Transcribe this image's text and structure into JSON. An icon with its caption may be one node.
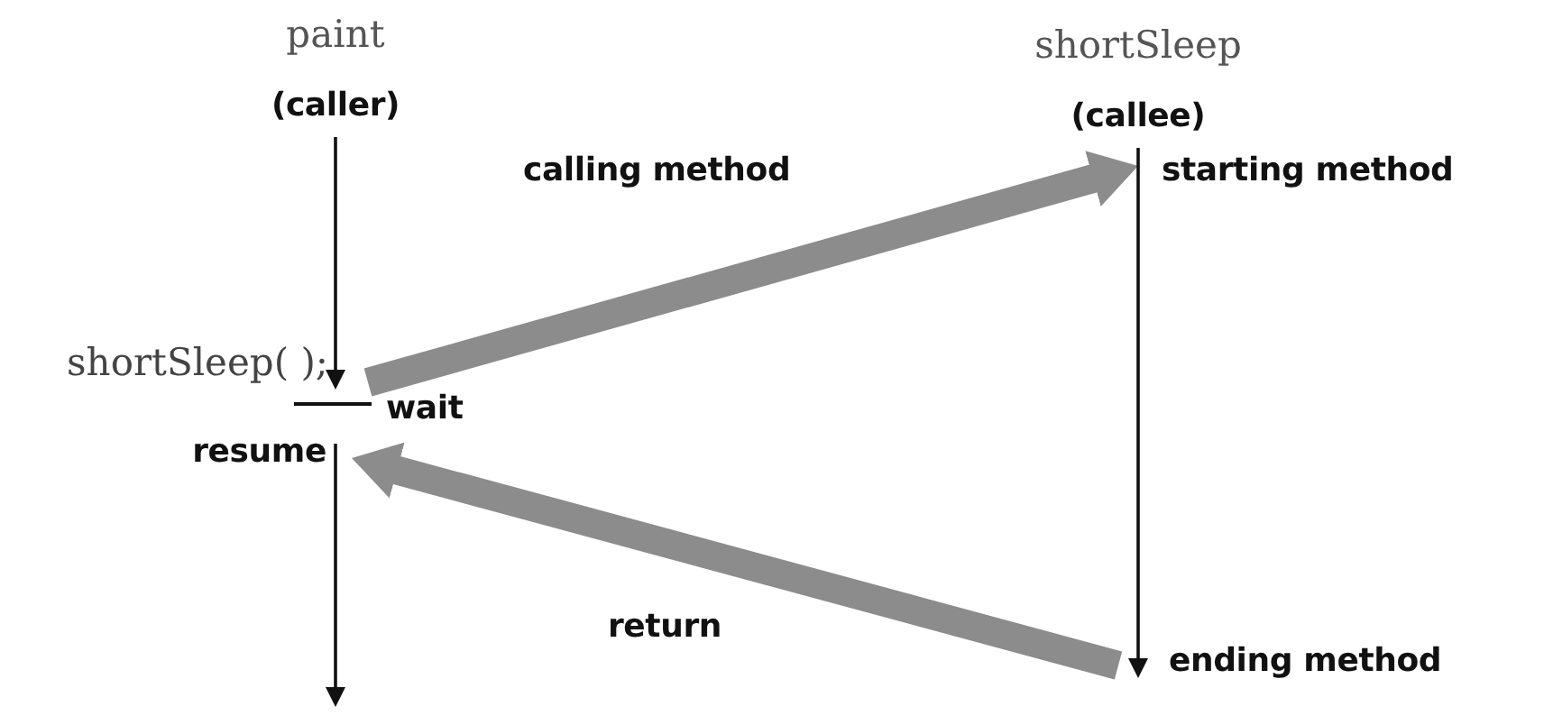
{
  "diagram": {
    "nodes": [
      {
        "text": [
          "paint",
          "(caller)"
        ]
      },
      {
        "text": [
          "shortSleep",
          "(callee)"
        ]
      },
      {
        "text": [
          "starting method"
        ]
      },
      {
        "text": [
          "shortSleep( );"
        ]
      },
      {
        "text": [
          "resume"
        ]
      },
      {
        "text": [
          "ending method"
        ]
      }
    ],
    "edges": [
      {
        "from": 0,
        "to": 3,
        "arrow": "to"
      },
      {
        "from": 3,
        "to": 2,
        "arrow": "to",
        "label": "calling method",
        "style": "thick",
        "color": "#8c8c8c"
      },
      {
        "from": 1,
        "to": 5,
        "arrow": "to"
      },
      {
        "from": 5,
        "to": 4,
        "arrow": "to",
        "label": "return",
        "style": "thick",
        "color": "#8c8c8c"
      },
      {
        "from": 4,
        "to": null,
        "arrow": "to"
      }
    ],
    "labels": [
      "wait"
    ]
  }
}
